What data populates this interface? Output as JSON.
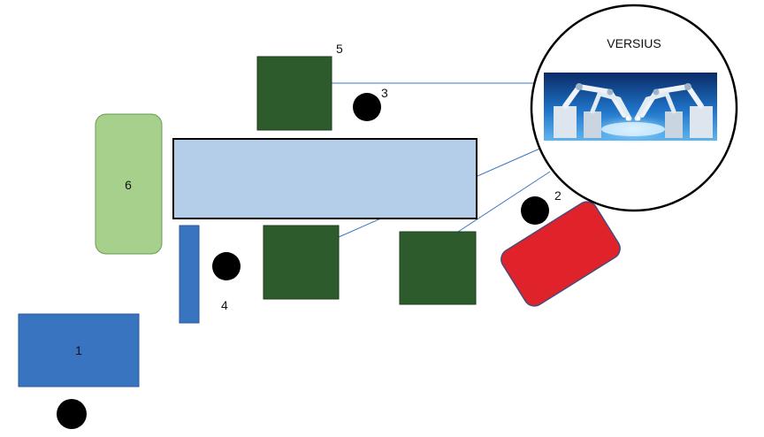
{
  "diagram": {
    "colors": {
      "main_console": "#3874bf",
      "side_bar": "#3874bf",
      "zone_6": "#a8d08d",
      "operating_table": "#b4cde8",
      "robot_arm_unit": "#2e5b2b",
      "red_unit": "#e0232a",
      "person_marker": "#000000",
      "connector_line": "#3a78c2"
    },
    "labels": {
      "label_1": "1",
      "label_2": "2",
      "label_3": "3",
      "label_4": "4",
      "label_5": "5",
      "label_6": "6"
    },
    "inset": {
      "title": "VERSIUS",
      "image": "surgical-robot-photo"
    }
  }
}
